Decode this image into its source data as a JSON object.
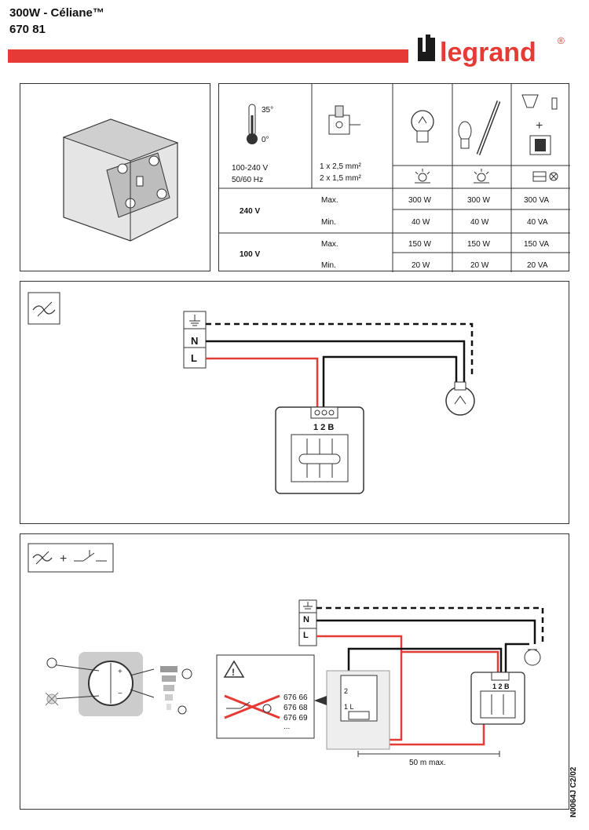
{
  "header": {
    "title": "300W - Céliane™",
    "reference": "670 81",
    "brand": "legrand",
    "registered_mark": "®",
    "accent_color": "#e63b35"
  },
  "spec_table": {
    "temperature_max": "35°",
    "temperature_min": "0°",
    "voltage_range": "100-240 V",
    "frequency": "50/60 Hz",
    "wire_size_1": "1 x 2,5 mm²",
    "wire_size_2": "2 x 1,5 mm²",
    "rows": [
      {
        "voltage": "240 V",
        "label_max": "Max.",
        "label_min": "Min.",
        "max": [
          "300 W",
          "300 W",
          "300 VA"
        ],
        "min": [
          "40 W",
          "40 W",
          "40 VA"
        ]
      },
      {
        "voltage": "100 V",
        "label_max": "Max.",
        "label_min": "Min.",
        "max": [
          "150 W",
          "150 W",
          "150 VA"
        ],
        "min": [
          "20 W",
          "20 W",
          "20 VA"
        ]
      }
    ]
  },
  "diagram1": {
    "terminal_n": "N",
    "terminal_l": "L",
    "terminals": "1 2 B"
  },
  "diagram2": {
    "terminal_n": "N",
    "terminal_l": "L",
    "terminals": "1 2 B",
    "warning_refs": [
      "676 66",
      "676 68",
      "676 69",
      "..."
    ],
    "pushbutton_terminals_top": "2",
    "pushbutton_terminals_bottom": "1   L",
    "distance": "50 m max."
  },
  "document_code": "N0064J C2/02",
  "icons": [
    "thermometer-icon",
    "terminal-screw-icon",
    "incandescent-lamp-icon",
    "halogen-lamp-icon",
    "low-voltage-halogen-transformer-icon",
    "dimmer-symbol-icon",
    "pushbutton-symbol-icon",
    "warning-icon",
    "lamp-icon",
    "earth-icon"
  ]
}
